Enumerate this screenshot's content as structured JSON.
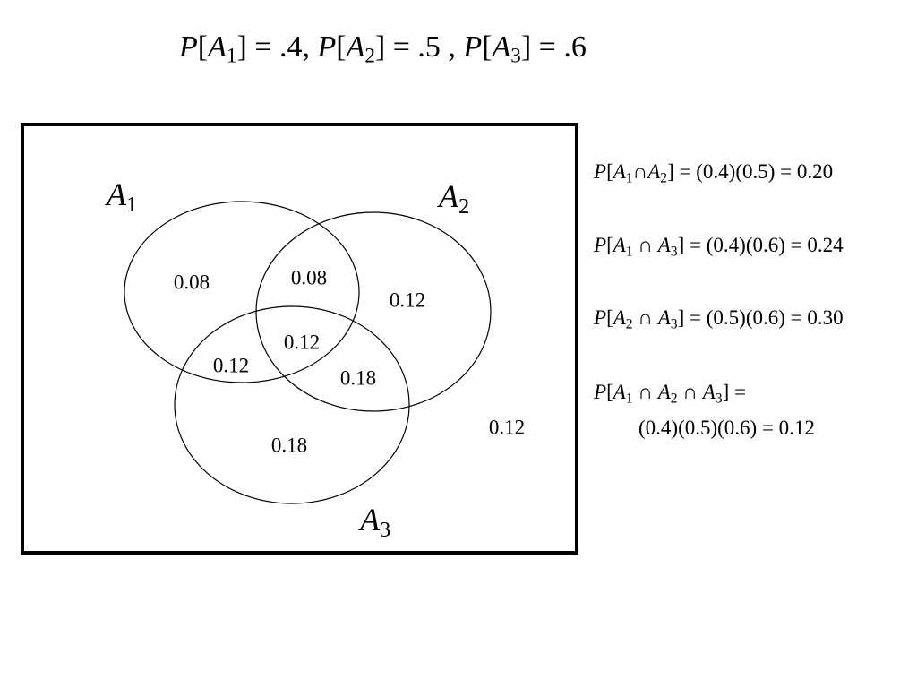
{
  "title": {
    "p1_value": ".4",
    "p2_value": ".5",
    "p3_value": ".6"
  },
  "events": {
    "symbol": "P",
    "set": "A",
    "e1": "1",
    "e2": "2",
    "e3": "3"
  },
  "circle_labels": {
    "a1": "A",
    "a2": "A",
    "a3": "A"
  },
  "regions": {
    "a1_only": "0.08",
    "a1_a2": "0.08",
    "a2_only": "0.12",
    "a1_a2_a3": "0.12",
    "a1_a3": "0.12",
    "a2_a3": "0.18",
    "a3_only": "0.18",
    "outside": "0.12"
  },
  "calculations": {
    "a1a2": "(0.4)(0.5) = 0.20",
    "a1a3": "(0.4)(0.6) = 0.24",
    "a2a3": "(0.5)(0.6) = 0.30",
    "a1a2a3_line2": "(0.4)(0.5)(0.6) = 0.12"
  }
}
